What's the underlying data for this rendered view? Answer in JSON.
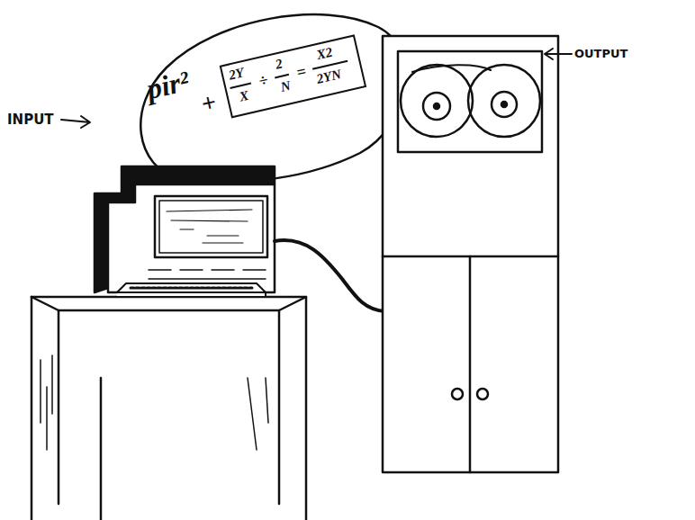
{
  "diagram": {
    "labels": [
      "INPUT",
      "OUTPUT",
      "pir²",
      "+",
      "2Y",
      "X",
      "÷",
      "2",
      "N",
      "=",
      "X2",
      "2YN"
    ]
  }
}
